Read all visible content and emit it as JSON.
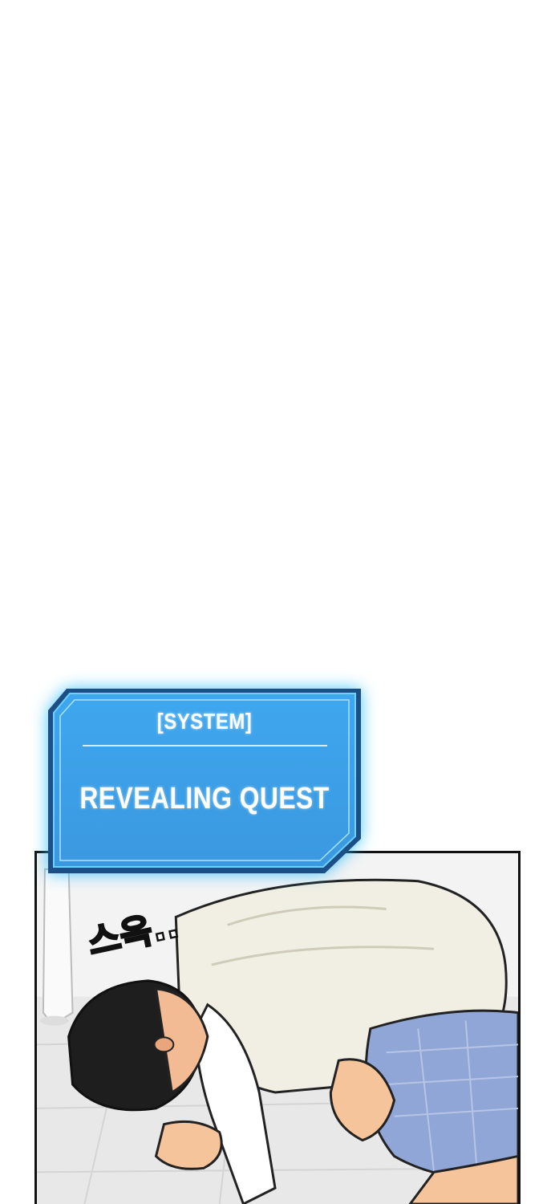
{
  "system_window": {
    "title": "[SYSTEM]",
    "message": "REVEALING QUEST"
  },
  "sound_effect": {
    "text": "스윽.."
  },
  "colors": {
    "window_fill": "#3d9fe6",
    "window_border": "#1b4f86",
    "window_glow": "#28beff",
    "panel_border": "#111111"
  }
}
